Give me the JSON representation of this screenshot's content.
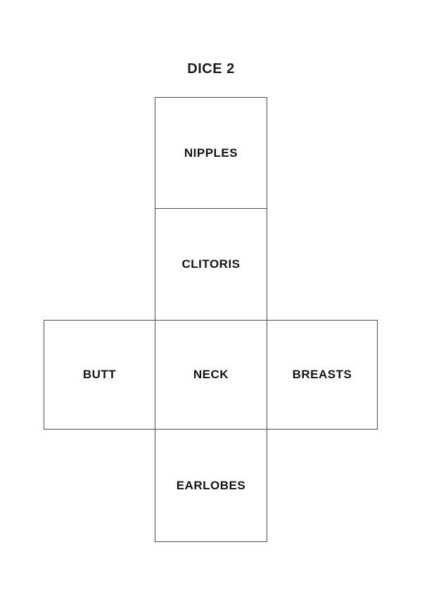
{
  "title": "DICE 2",
  "faces": [
    {
      "id": "nipples",
      "label": "NIPPLES"
    },
    {
      "id": "clitoris",
      "label": "CLITORIS"
    },
    {
      "id": "butt",
      "label": "BUTT"
    },
    {
      "id": "neck",
      "label": "NECK"
    },
    {
      "id": "breasts",
      "label": "BREASTS"
    },
    {
      "id": "earlobes",
      "label": "EARLOBES"
    }
  ],
  "colors": {
    "background": "#ffffff",
    "border": "#4d4d4d",
    "text": "#141414"
  }
}
